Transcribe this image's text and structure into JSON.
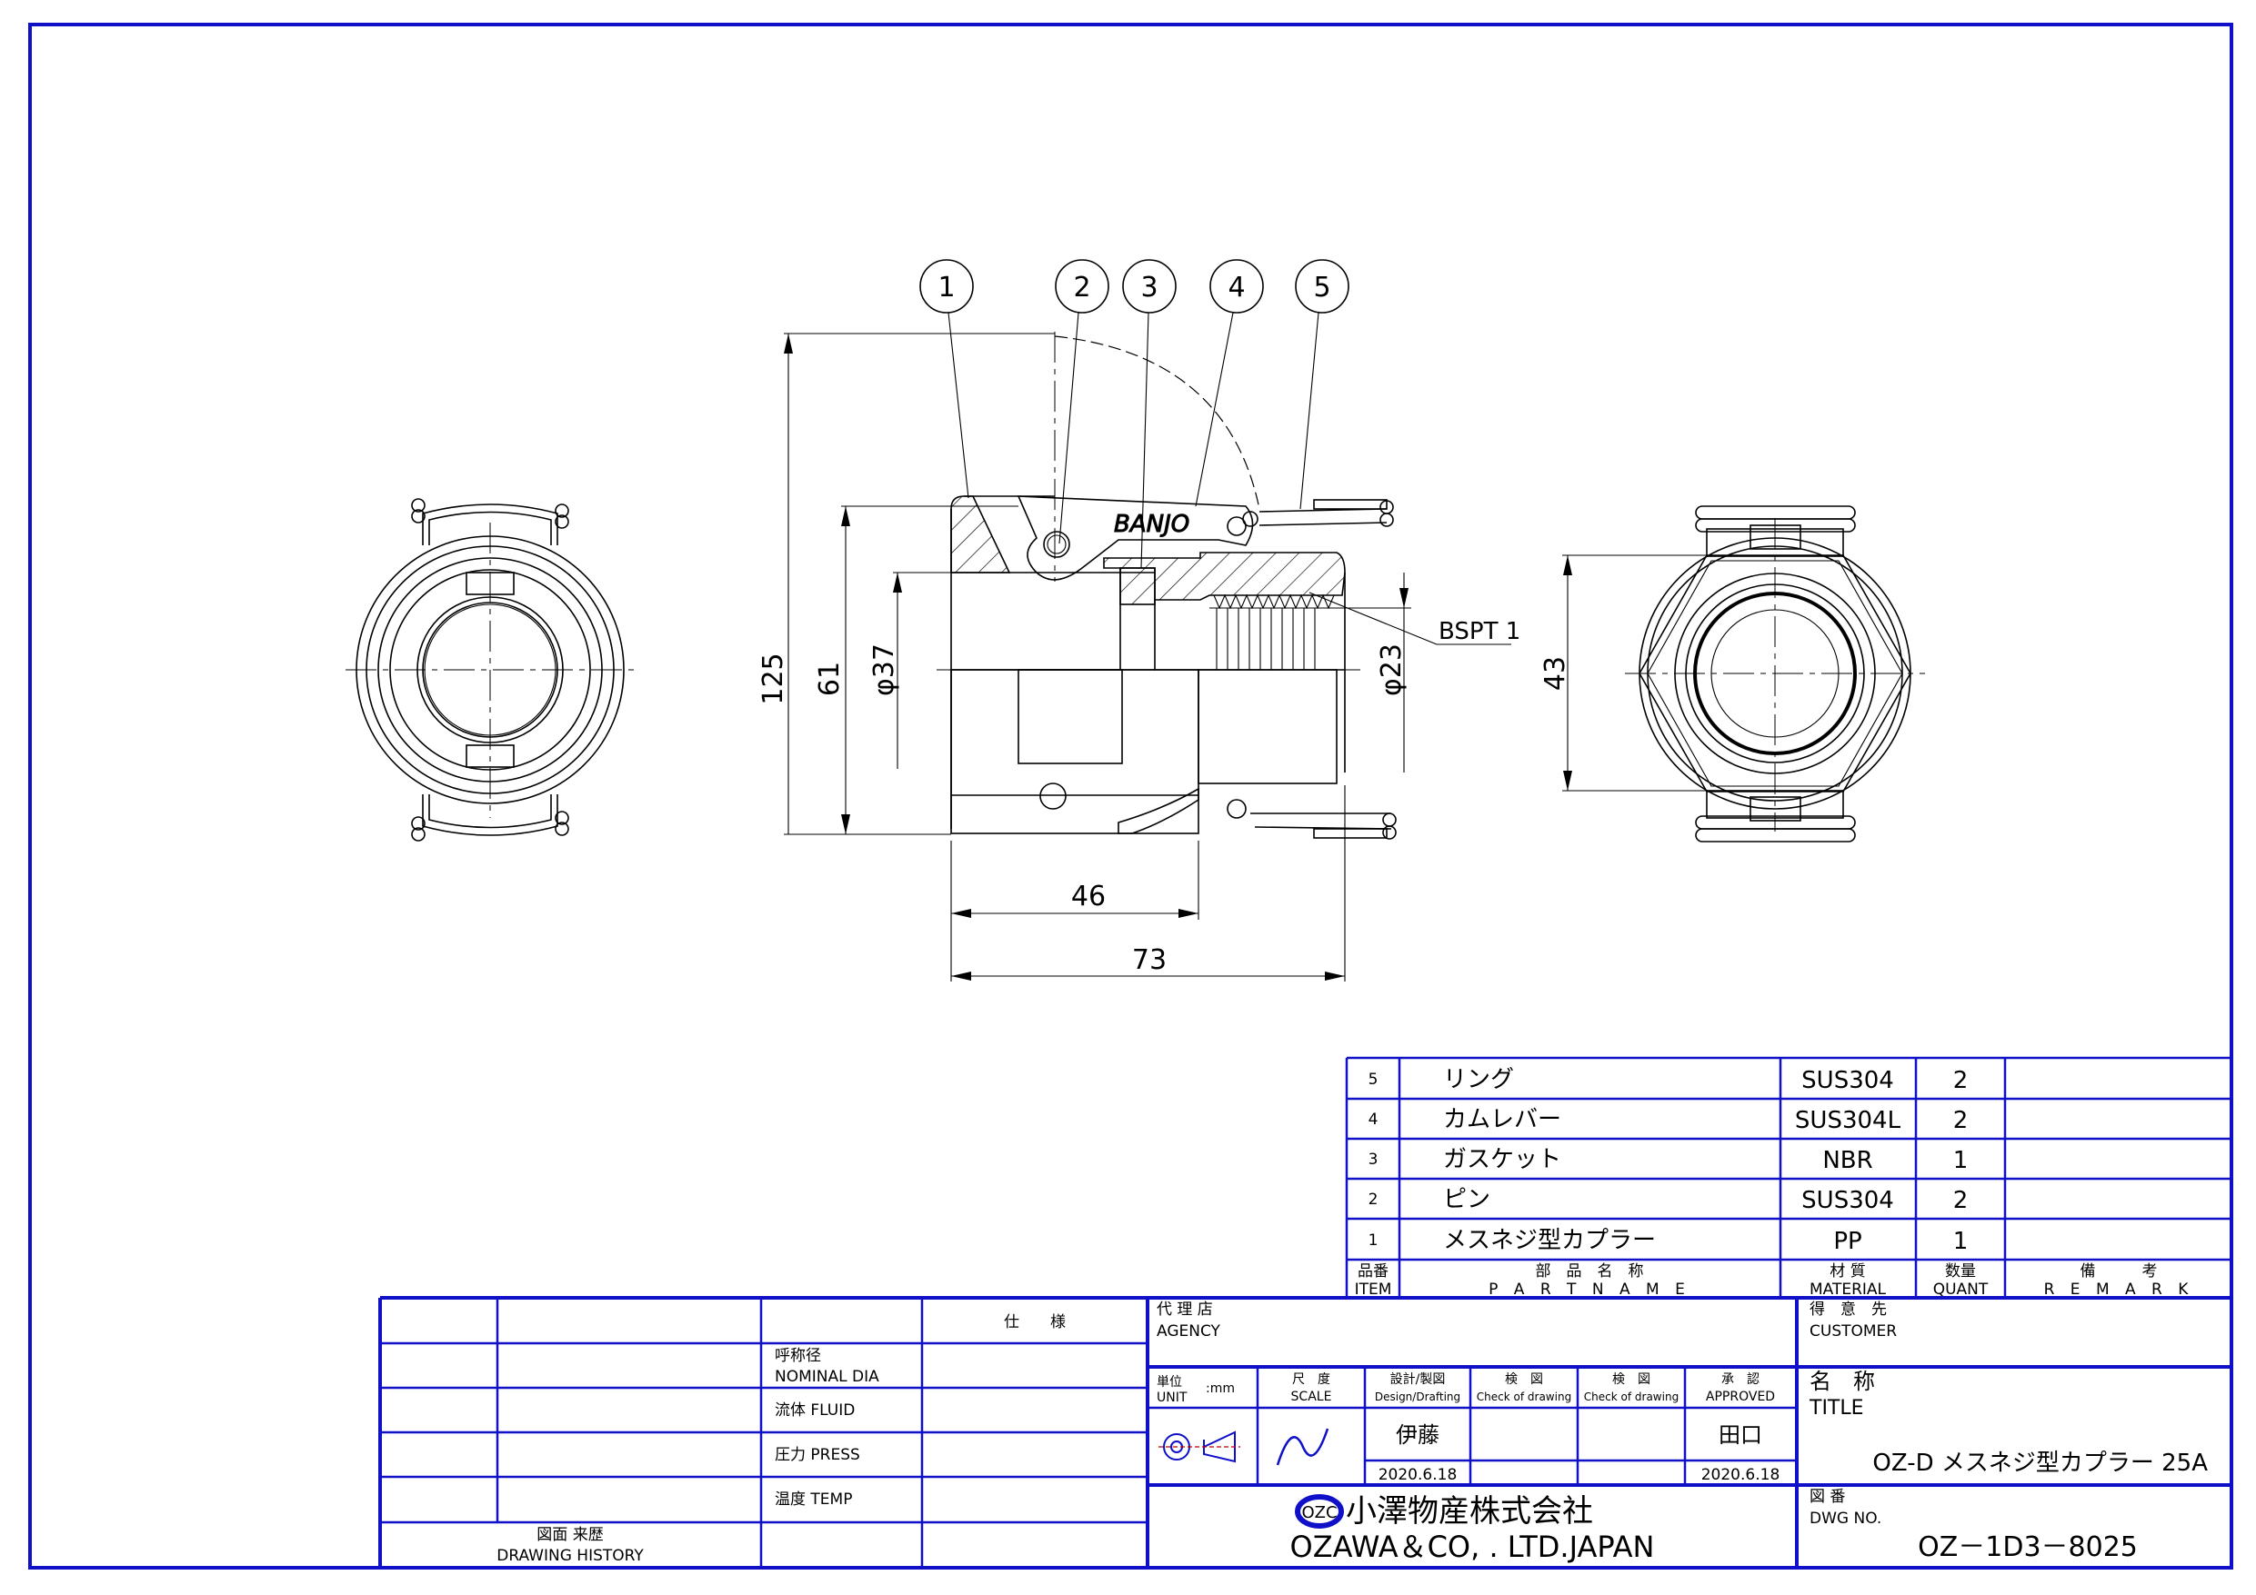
{
  "colors": {
    "frame": "#1010c8",
    "line": "#000000"
  },
  "drawing": {
    "balloons": [
      "1",
      "2",
      "3",
      "4",
      "5"
    ],
    "dimensions": {
      "overall_height": "125",
      "body_height": "61",
      "bore_dia": "φ37",
      "thread_dia": "φ23",
      "hex_width": "43",
      "shoulder_length": "46",
      "overall_length": "73",
      "thread_spec": "BSPT 1"
    },
    "brand_mark": "BANJO"
  },
  "parts_list": {
    "rows": [
      {
        "item": "5",
        "name": "リング",
        "material": "SUS304",
        "quant": "2",
        "remark": ""
      },
      {
        "item": "4",
        "name": "カムレバー",
        "material": "SUS304L",
        "quant": "2",
        "remark": ""
      },
      {
        "item": "3",
        "name": "ガスケット",
        "material": "NBR",
        "quant": "1",
        "remark": ""
      },
      {
        "item": "2",
        "name": "ピン",
        "material": "SUS304",
        "quant": "2",
        "remark": ""
      },
      {
        "item": "1",
        "name": "メスネジ型カプラー",
        "material": "PP",
        "quant": "1",
        "remark": ""
      }
    ],
    "header": {
      "item_jp": "品番",
      "item_en": "ITEM",
      "name_jp": "部　品　名　称",
      "name_en": "P A R T   N A M E",
      "material_jp": "材 質",
      "material_en": "MATERIAL",
      "quant_jp": "数量",
      "quant_en": "QUANT",
      "remark_jp": "備　　　考",
      "remark_en": "R E M A R K"
    }
  },
  "spec_block": {
    "header": "仕　　様",
    "nominal_jp": "呼称径",
    "nominal_en": "NOMINAL DIA",
    "fluid": "流体  FLUID",
    "press": "圧力  PRESS",
    "temp": "温度  TEMP",
    "history_jp": "図面  来歴",
    "history_en": "DRAWING HISTORY"
  },
  "title_block": {
    "agency_jp": "代 理 店",
    "agency_en": "AGENCY",
    "customer_jp": "得　意　先",
    "customer_en": "CUSTOMER",
    "unit_jp": "単位",
    "unit_en": "UNIT",
    "unit_value": ":mm",
    "scale_jp": "尺　度",
    "scale_en": "SCALE",
    "design_jp": "設計/製図",
    "design_en": "Design/Drafting",
    "check1_jp": "検　図",
    "check1_en": "Check of drawing",
    "check2_jp": "検　図",
    "check2_en": "Check of drawing",
    "approved_jp": "承　認",
    "approved_en": "APPROVED",
    "designer": "伊藤",
    "design_date": "2020.6.18",
    "approver": "田口",
    "approve_date": "2020.6.18",
    "company_logo": "OZC",
    "company_jp": "小澤物産株式会社",
    "company_en": "OZAWA＆CO, . LTD.JAPAN",
    "title_label_jp": "名　称",
    "title_label_en": "TITLE",
    "title_value": "OZ-D  メスネジ型カプラー  25A",
    "dwg_label_jp": "図 番",
    "dwg_label_en": "DWG  NO.",
    "dwg_no": "OZ－1D3－8025"
  }
}
